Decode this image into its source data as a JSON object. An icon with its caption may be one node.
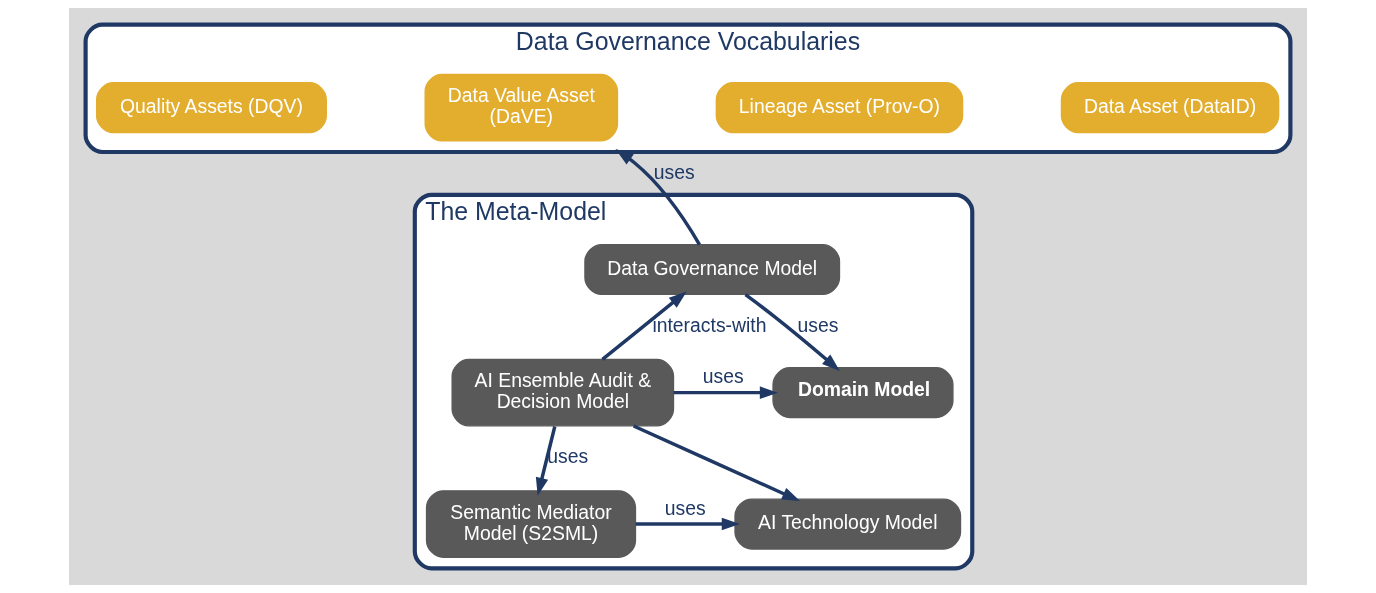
{
  "diagram": {
    "nodes": [
      {
        "text": [
          "Data Governance Vocabularies"
        ]
      },
      {
        "text": [
          "Quality Assets (DQV)"
        ],
        "in": 0
      },
      {
        "text": [
          "Data Value Asset (DaVE)"
        ],
        "in": 0
      },
      {
        "text": [
          "Lineage Asset (Prov-O)"
        ],
        "in": 0
      },
      {
        "text": [
          "Data Asset (DataID)"
        ],
        "in": 0
      },
      {
        "text": [
          "The Meta-Model"
        ]
      },
      {
        "text": [
          "Data Governance Model"
        ],
        "in": 5
      },
      {
        "text": [
          "AI Ensemble Audit & Decision Model"
        ],
        "in": 5
      },
      {
        "text": [
          "Domain Model"
        ],
        "in": 5
      },
      {
        "text": [
          "Semantic Mediator Model (S2SML)"
        ],
        "in": 5
      },
      {
        "text": [
          "AI Technology Model"
        ],
        "in": 5
      }
    ],
    "edges": [
      {
        "from": 6,
        "to": 0,
        "arrow": "to",
        "label": "uses"
      },
      {
        "from": 7,
        "to": 6,
        "arrow": "to",
        "label": "interacts-with"
      },
      {
        "from": 6,
        "to": 8,
        "arrow": "to",
        "label": "uses"
      },
      {
        "from": 7,
        "to": 8,
        "arrow": "to",
        "label": "uses"
      },
      {
        "from": 7,
        "to": 10,
        "arrow": "to"
      },
      {
        "from": 7,
        "to": 9,
        "arrow": "to",
        "label": "uses"
      },
      {
        "from": 9,
        "to": 10,
        "arrow": "to",
        "label": "uses"
      }
    ]
  }
}
